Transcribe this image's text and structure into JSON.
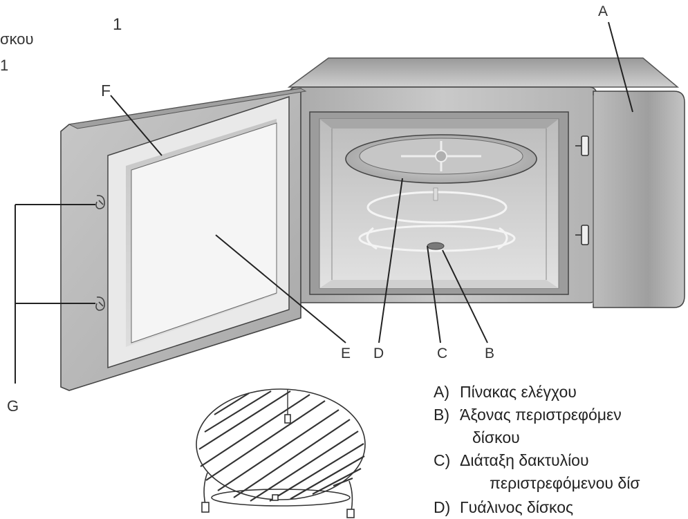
{
  "page": {
    "fig_number": "1",
    "cut_text_line1": "σκου",
    "cut_text_line2": "1"
  },
  "callouts": {
    "a": "A",
    "b": "B",
    "c": "C",
    "d": "D",
    "e": "E",
    "f": "F",
    "g": "G"
  },
  "legend": [
    {
      "key": "A)",
      "text": "Πίνακας ελέγχου",
      "cont": ""
    },
    {
      "key": "B)",
      "text": "Άξονας περιστρεφόμεν",
      "cont": "δίσκου"
    },
    {
      "key": "C)",
      "text": "Διάταξη δακτυλίου",
      "cont": "περιστρεφόμενου δίσ"
    },
    {
      "key": "D)",
      "text": "Γυάλινος δίσκος",
      "cont": ""
    }
  ],
  "colors": {
    "outline": "#2a2a2a",
    "body_gray": "#b8b8b8",
    "dark_gray": "#8a8a8a",
    "cavity": "#cfcfcf",
    "window": "#f2f2f2"
  }
}
